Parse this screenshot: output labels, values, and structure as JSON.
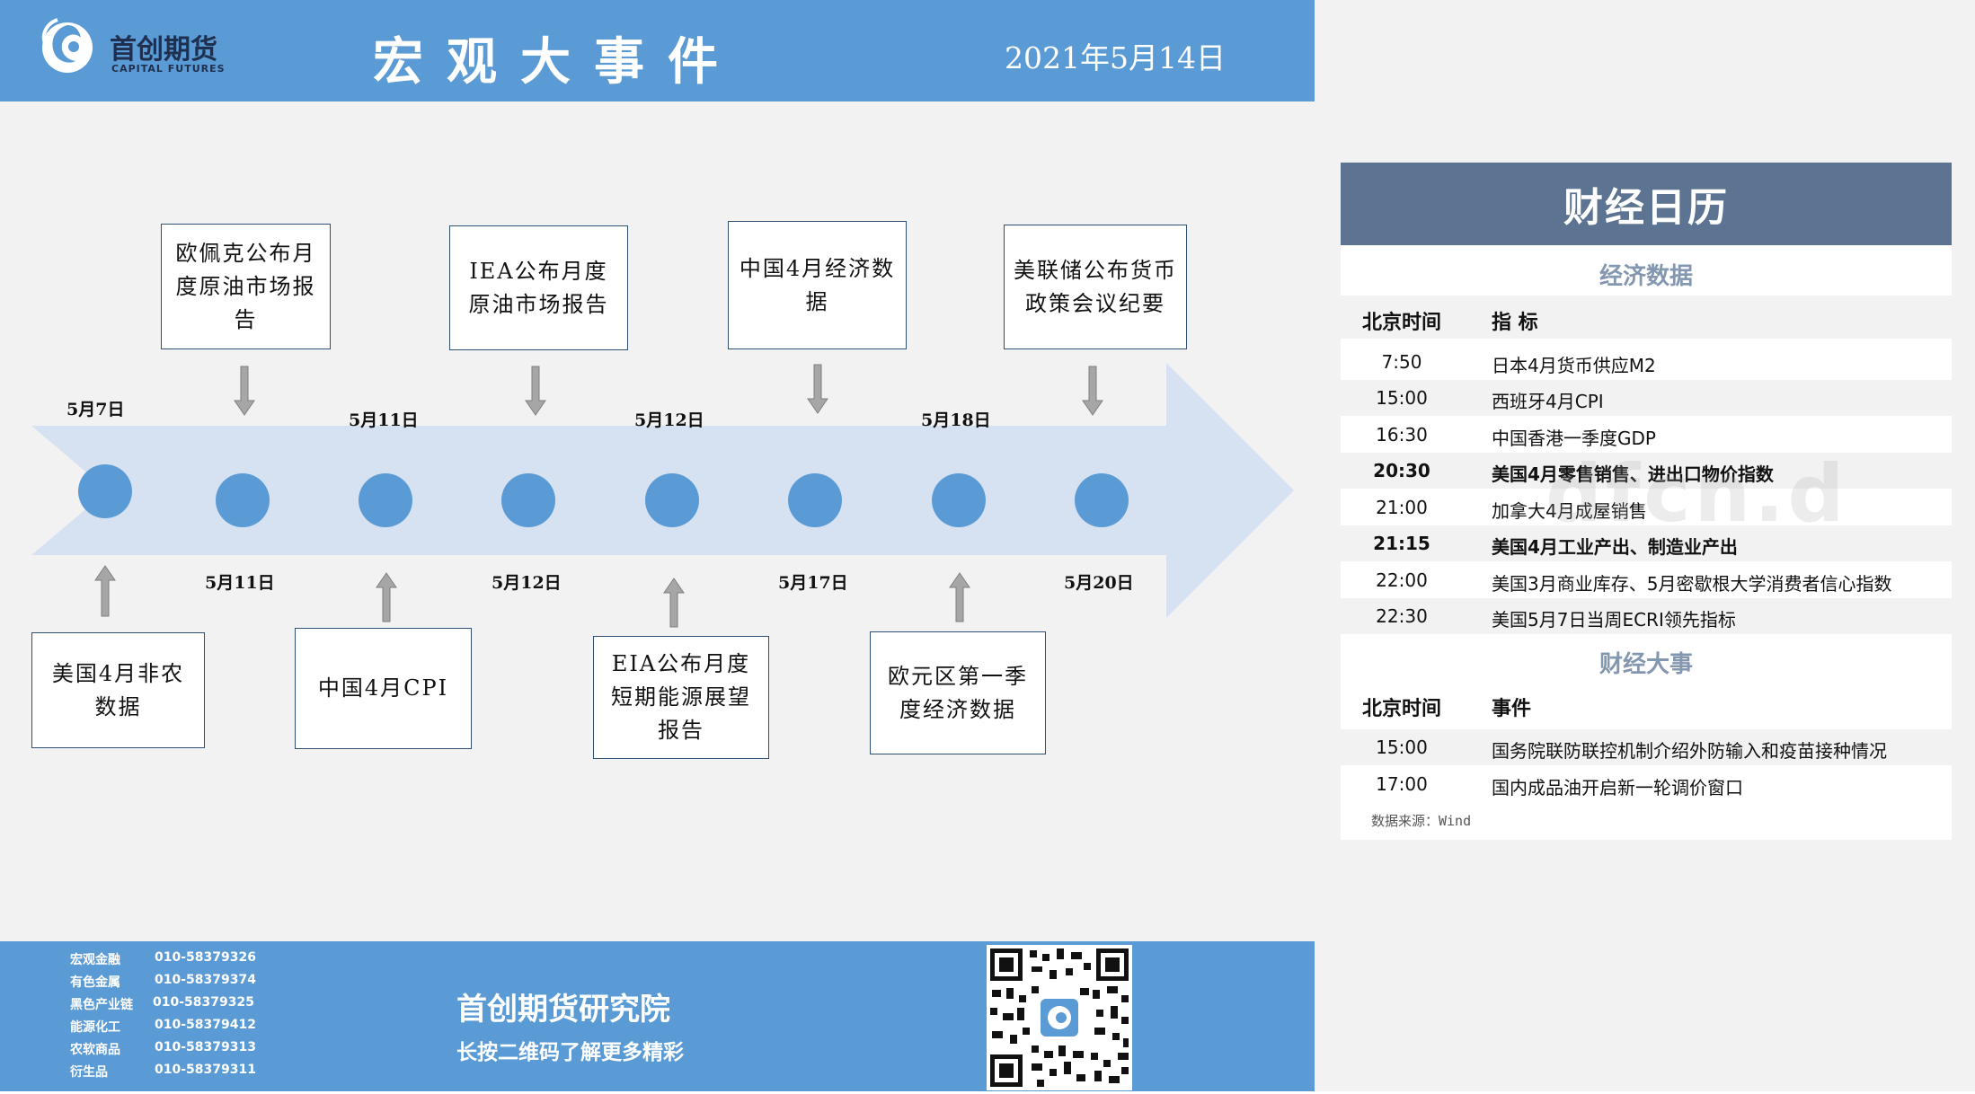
{
  "header": {
    "logo_name": "首创期货",
    "logo_en": "CAPITAL FUTURES",
    "title": "宏观大事件",
    "date": "2021年5月14日"
  },
  "timeline": {
    "top_dates": [
      "5月7日",
      "5月11日",
      "5月12日",
      "5月18日"
    ],
    "bottom_dates": [
      "5月11日",
      "5月12日",
      "5月17日",
      "5月20日"
    ],
    "top_events": [
      "欧佩克公布月度原油市场报告",
      "IEA公布月度原油市场报告",
      "中国4月经济数据",
      "美联储公布货币政策会议纪要"
    ],
    "bottom_events": [
      "美国4月非农数据",
      "中国4月CPI",
      "EIA公布月度短期能源展望报告",
      "欧元区第一季度经济数据"
    ]
  },
  "footer": {
    "contacts": [
      {
        "dept": "宏观金融",
        "phone": "010-58379326"
      },
      {
        "dept": "有色金属",
        "phone": "010-58379374"
      },
      {
        "dept": "黑色产业链",
        "phone": "010-58379325"
      },
      {
        "dept": "能源化工",
        "phone": "010-58379412"
      },
      {
        "dept": "农软商品",
        "phone": "010-58379313"
      },
      {
        "dept": "衍生品",
        "phone": "010-58379311"
      }
    ],
    "title": "首创期货研究院",
    "subtitle": "长按二维码了解更多精彩"
  },
  "calendar": {
    "title": "财经日历",
    "econ_section": "经济数据",
    "col_time": "北京时间",
    "col_indicator": "指  标",
    "econ_rows": [
      {
        "time": "7:50",
        "item": "日本4月货币供应M2",
        "bold": false
      },
      {
        "time": "15:00",
        "item": "西班牙4月CPI",
        "bold": false
      },
      {
        "time": "16:30",
        "item": "中国香港一季度GDP",
        "bold": false
      },
      {
        "time": "20:30",
        "item": "美国4月零售销售、进出口物价指数",
        "bold": true
      },
      {
        "time": "21:00",
        "item": "加拿大4月成屋销售",
        "bold": false
      },
      {
        "time": "21:15",
        "item": "美国4月工业产出、制造业产出",
        "bold": true
      },
      {
        "time": "22:00",
        "item": "美国3月商业库存、5月密歇根大学消费者信心指数",
        "bold": false
      },
      {
        "time": "22:30",
        "item": "美国5月7日当周ECRI领先指标",
        "bold": false
      }
    ],
    "event_section": "财经大事",
    "col_event": "事件",
    "event_rows": [
      {
        "time": "15:00",
        "item": "国务院联防联控机制介绍外防输入和疫苗接种情况"
      },
      {
        "time": "17:00",
        "item": "国内成品油开启新一轮调价窗口"
      }
    ],
    "source": "数据来源：Wind"
  },
  "colors": {
    "header_blue": "#5b9bd5",
    "calendar_head": "#5c7391",
    "dot_blue": "#5b9bd5",
    "arrow_fill": "#d6e2f1"
  },
  "watermark": "dfcn.d"
}
